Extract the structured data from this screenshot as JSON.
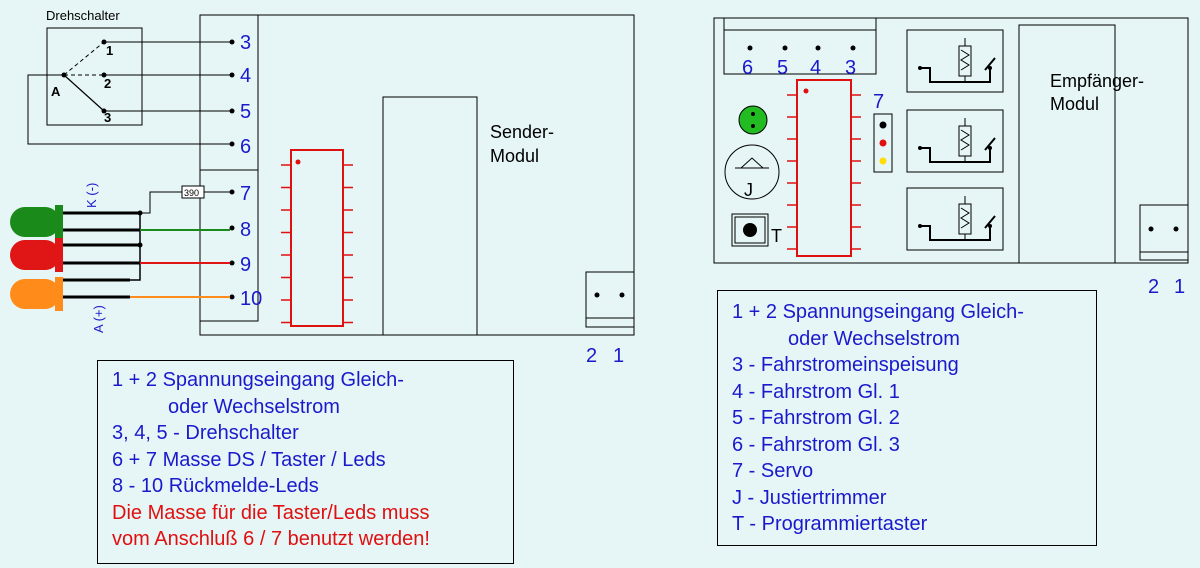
{
  "left": {
    "rotary_label": "Drehschalter",
    "switch_common": "A",
    "switch_pos": [
      "1",
      "2",
      "3"
    ],
    "terminals": [
      "3",
      "4",
      "5",
      "6",
      "7",
      "8",
      "9",
      "10"
    ],
    "resistor": "390",
    "led_cathode": "K (-)",
    "led_anode": "A (+)",
    "module_label": [
      "Sender-",
      "Modul"
    ],
    "power_terminals": [
      "2",
      "1"
    ],
    "legend": [
      {
        "text": "1 + 2 Spannungseingang Gleich-",
        "color": "blue"
      },
      {
        "text": "oder Wechselstrom",
        "color": "blue",
        "indent": true
      },
      {
        "text": "3, 4, 5 - Drehschalter",
        "color": "blue"
      },
      {
        "text": "6 + 7 Masse DS / Taster / Leds",
        "color": "blue"
      },
      {
        "text": "8 - 10 Rückmelde-Leds",
        "color": "blue"
      },
      {
        "text": "Die Masse für die Taster/Leds muss",
        "color": "red"
      },
      {
        "text": "vom Anschluß 6 / 7 benutzt werden!",
        "color": "red"
      }
    ]
  },
  "right": {
    "top_terminals": [
      "6",
      "5",
      "4",
      "3"
    ],
    "servo_label": "7",
    "trimmer_label": "J",
    "button_label": "T",
    "module_label": [
      "Empfänger-",
      "Modul"
    ],
    "power_terminals": [
      "2",
      "1"
    ],
    "legend": [
      {
        "text": "1 + 2 Spannungseingang Gleich-",
        "color": "blue"
      },
      {
        "text": "oder Wechselstrom",
        "color": "blue",
        "indent": true
      },
      {
        "text": "3 - Fahrstromeinspeisung",
        "color": "blue"
      },
      {
        "text": "4 - Fahrstrom Gl. 1",
        "color": "blue"
      },
      {
        "text": "5 - Fahrstrom Gl. 2",
        "color": "blue"
      },
      {
        "text": "6 - Fahrstrom Gl. 3",
        "color": "blue"
      },
      {
        "text": "7 - Servo",
        "color": "blue"
      },
      {
        "text": "J - Justiertrimmer",
        "color": "blue"
      },
      {
        "text": "T - Programmiertaster",
        "color": "blue"
      }
    ]
  },
  "colors": {
    "background": "#e6f5f5",
    "label_blue": "#1a1acc",
    "warning_red": "#e01010",
    "ic_red": "#e01010",
    "led_green": "#1a8a1a",
    "led_red": "#e01515",
    "led_orange": "#ff8c1a"
  }
}
